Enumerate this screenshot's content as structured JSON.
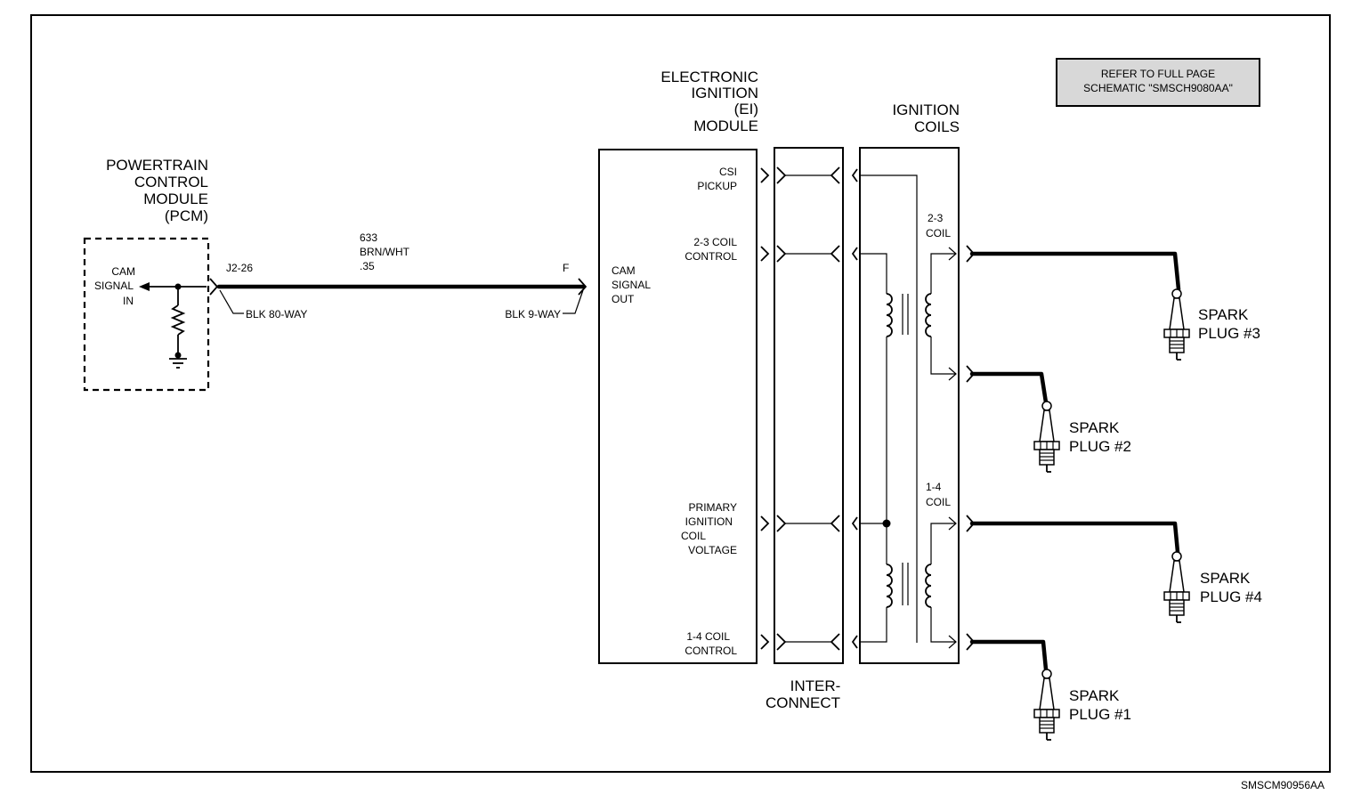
{
  "note": {
    "line1": "REFER TO FULL PAGE",
    "line2": "SCHEMATIC \"SMSCH9080AA\""
  },
  "figure_id": "SMSCM90956AA",
  "pcm": {
    "title": [
      "POWERTRAIN",
      "CONTROL",
      "MODULE",
      "(PCM)"
    ],
    "input_label": [
      "CAM",
      "SIGNAL",
      "IN"
    ],
    "pin": "J2-26",
    "connector": "BLK 80-WAY"
  },
  "wire": {
    "circuit": "633",
    "color": "BRN/WHT",
    "gauge": ".35"
  },
  "ei_module": {
    "title": [
      "ELECTRONIC",
      "IGNITION",
      "(EI)",
      "MODULE"
    ],
    "pin": "F",
    "connector": "BLK 9-WAY",
    "output_label": [
      "CAM",
      "SIGNAL",
      "OUT"
    ],
    "terminals": {
      "csi": [
        "CSI",
        "PICKUP"
      ],
      "coil23": [
        "2-3 COIL",
        "CONTROL"
      ],
      "primary": [
        "PRIMARY",
        "IGNITION",
        "COIL",
        "VOLTAGE"
      ],
      "coil14": [
        "1-4 COIL",
        "CONTROL"
      ]
    }
  },
  "interconnect": {
    "title": [
      "INTER-",
      "CONNECT"
    ]
  },
  "ignition_coils": {
    "title": [
      "IGNITION",
      "COILS"
    ],
    "coil_a": [
      "2-3",
      "COIL"
    ],
    "coil_b": [
      "1-4",
      "COIL"
    ]
  },
  "spark_plugs": {
    "plug3": [
      "SPARK",
      "PLUG #3"
    ],
    "plug2": [
      "SPARK",
      "PLUG #2"
    ],
    "plug4": [
      "SPARK",
      "PLUG #4"
    ],
    "plug1": [
      "SPARK",
      "PLUG #1"
    ]
  }
}
